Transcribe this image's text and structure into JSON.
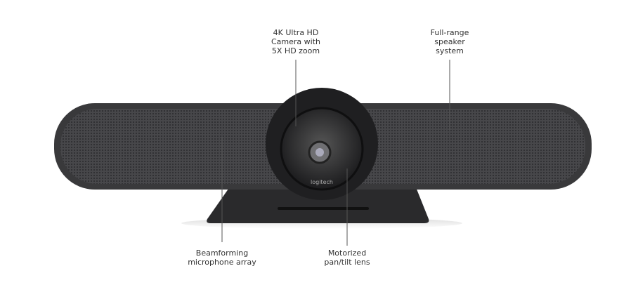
{
  "callouts": {
    "camera": "4K Ultra HD\nCamera with\n5X HD zoom",
    "speaker": "Full-range\nspeaker\nsystem",
    "microphone": "Beamforming\nmicrophone array",
    "lens": "Motorized\npan/tilt lens"
  },
  "brand_logo": "logitech",
  "colors": {
    "device": "#3a3a3c",
    "grille": "#2b2b2d",
    "callout_line": "#555555",
    "text": "#333333"
  }
}
